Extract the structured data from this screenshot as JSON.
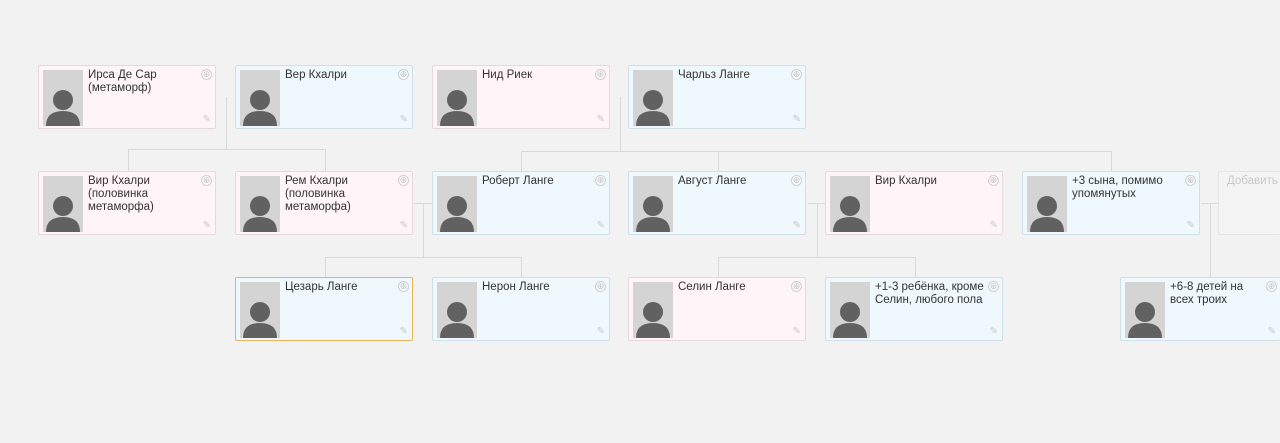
{
  "icons": {
    "add": "⊕",
    "edit": "✎",
    "photo": "person-silhouette"
  },
  "colors": {
    "background": "#f2f2f2",
    "female_card": "#fff4f7",
    "male_card": "#eef8fd",
    "selected_border": "#e8b65a",
    "connector": "#d9d9d9"
  },
  "people": {
    "irsa": {
      "name": "Ирса Де Сар (метаморф)"
    },
    "ver": {
      "name": "Вер Кхалри"
    },
    "nid": {
      "name": "Нид Риек"
    },
    "charlz": {
      "name": "Чарльз Ланге"
    },
    "vir1": {
      "name": "Вир Кхалри (половинка метаморфа)"
    },
    "rem": {
      "name": "Рем Кхалри (половинка метаморфа)"
    },
    "robert": {
      "name": "Роберт Ланге"
    },
    "avgust": {
      "name": "Август Ланге"
    },
    "vir2": {
      "name": "Вир Кхалри"
    },
    "three_sons": {
      "name": "+3 сына, помимо упомянутых"
    },
    "add_placeholder": {
      "name": "Добавить"
    },
    "cezar": {
      "name": "Цезарь Ланге"
    },
    "neron": {
      "name": "Нерон Ланге"
    },
    "selin": {
      "name": "Селин Ланге"
    },
    "kids_13": {
      "name": "+1-3 ребёнка, кроме Селин, любого пола"
    },
    "kids_68": {
      "name": "+6-8 детей на всех троих"
    }
  }
}
